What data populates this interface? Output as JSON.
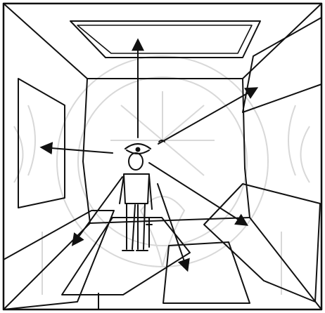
{
  "diagram": {
    "title": "",
    "colors": {
      "ink": "#111111",
      "paper": "#ffffff",
      "watermark": "#d8d8d8"
    },
    "watermark": {
      "kind": "faint institutional seal with radiating rays and ornaments"
    },
    "elements": [
      {
        "id": "border-frame",
        "kind": "frame"
      },
      {
        "id": "room-walls",
        "kind": "room-perspective"
      },
      {
        "id": "ceiling-panel",
        "kind": "panel"
      },
      {
        "id": "left-wall-panel",
        "kind": "panel"
      },
      {
        "id": "right-wall-panel",
        "kind": "panel"
      },
      {
        "id": "floor-slab-left",
        "kind": "panel"
      },
      {
        "id": "floor-slab-right",
        "kind": "panel"
      },
      {
        "id": "ceiling-corner-shard",
        "kind": "panel"
      },
      {
        "id": "eye",
        "kind": "icon",
        "icon": "eye-icon"
      },
      {
        "id": "figure",
        "kind": "icon",
        "icon": "person-icon"
      },
      {
        "id": "stool",
        "kind": "object"
      }
    ],
    "arrows": [
      {
        "id": "arrow-up",
        "from": "eye",
        "to": "ceiling-panel"
      },
      {
        "id": "arrow-left",
        "from": "eye",
        "to": "left-wall-panel"
      },
      {
        "id": "arrow-upper-right",
        "from": "eye",
        "to": "ceiling-corner-shard"
      },
      {
        "id": "arrow-right-down",
        "from": "eye",
        "to": "right-wall-panel"
      },
      {
        "id": "arrow-floor-center",
        "from": "eye",
        "to": "floor-slab-right"
      },
      {
        "id": "arrow-floor-left",
        "from": "eye",
        "to": "floor-slab-left"
      }
    ]
  }
}
